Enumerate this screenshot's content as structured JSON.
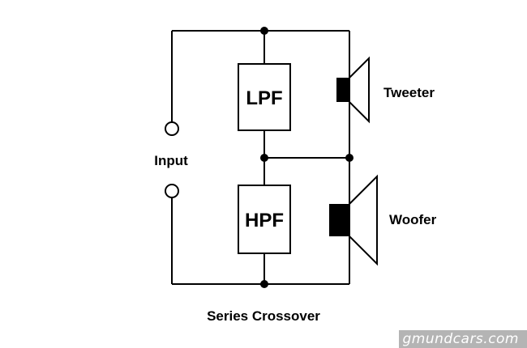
{
  "diagram": {
    "filters": {
      "low_pass": {
        "label": "LPF"
      },
      "high_pass": {
        "label": "HPF"
      }
    },
    "labels": {
      "input": "Input",
      "tweeter": "Tweeter",
      "woofer": "Woofer"
    },
    "caption": "Series Crossover",
    "watermark": "gmundcars.com",
    "icons": {
      "tweeter": "speaker-icon",
      "woofer": "speaker-icon",
      "terminals": "terminal-circle-icon",
      "junctions": "junction-dot-icon"
    }
  }
}
